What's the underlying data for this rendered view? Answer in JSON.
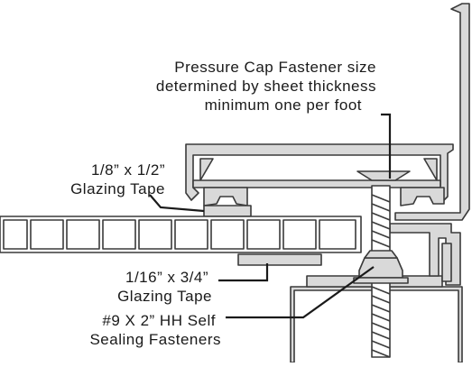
{
  "labels": {
    "pressure_cap": {
      "line1": "Pressure Cap Fastener size",
      "line2": "determined by sheet thickness",
      "line3": "minimum one per foot"
    },
    "glazing_tape_top": {
      "line1": "1/8” x 1/2”",
      "line2": "Glazing Tape"
    },
    "glazing_tape_bottom": {
      "line1": "1/16” x 3/4”",
      "line2": "Glazing Tape"
    },
    "fasteners": {
      "line1": "#9 X 2” HH Self",
      "line2": "Sealing Fasteners"
    }
  },
  "colors": {
    "metal_fill": "#d9d9d9",
    "stroke": "#3a3a3a",
    "text": "#1a1a1a",
    "background": "#ffffff"
  }
}
